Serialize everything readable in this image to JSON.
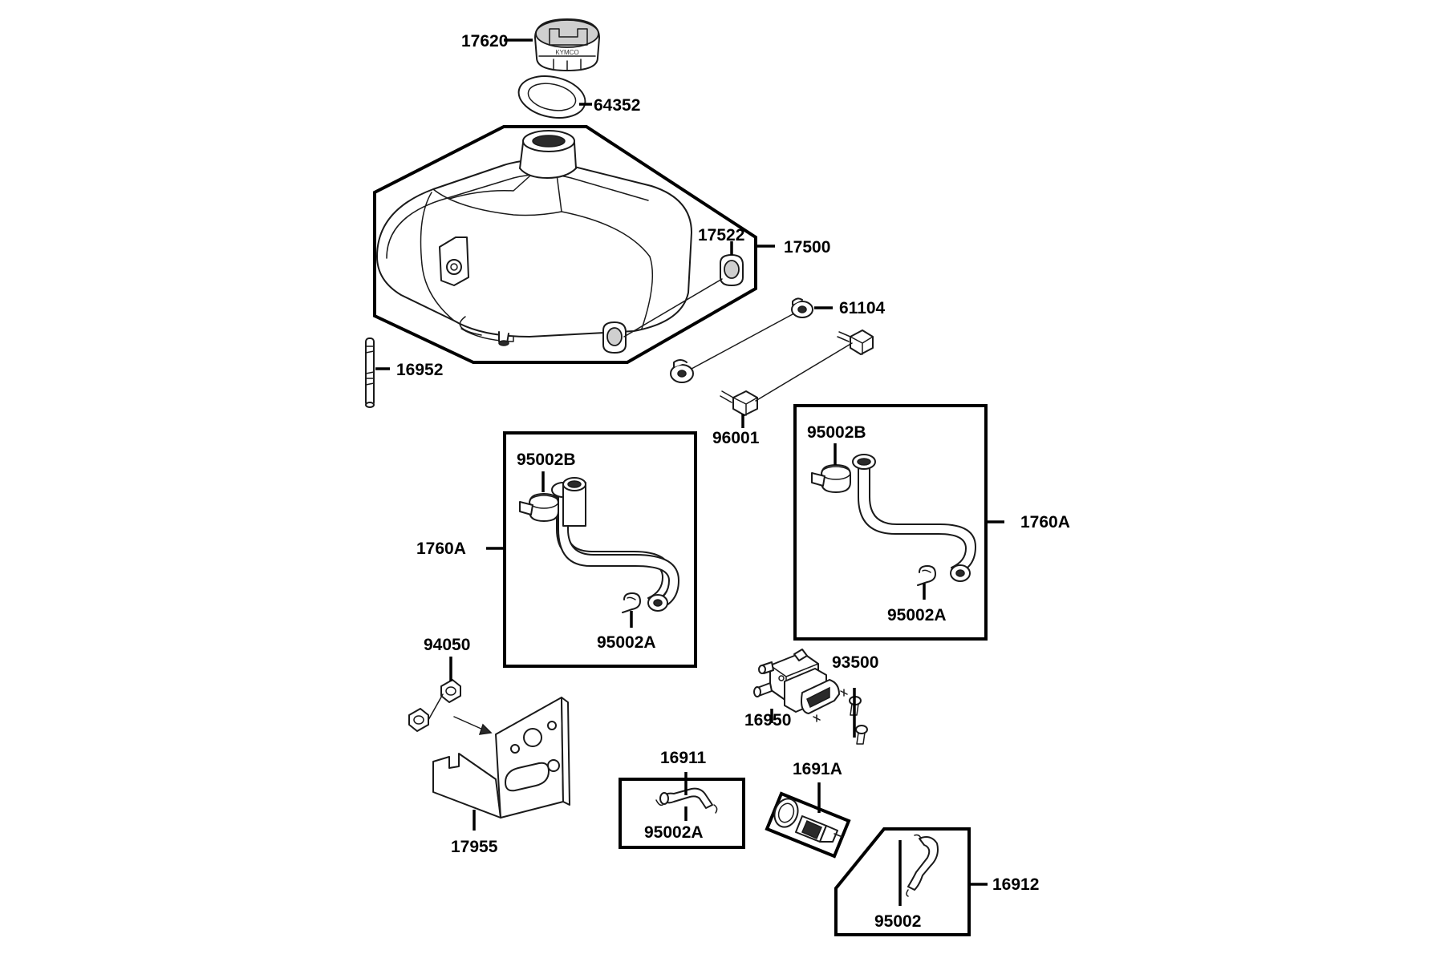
{
  "callouts": {
    "c17620": "17620",
    "c64352": "64352",
    "c17522": "17522",
    "c17500": "17500",
    "c61104": "61104",
    "c16952": "16952",
    "c96001": "96001",
    "c95002b_left": "95002B",
    "c1760a_left": "1760A",
    "c95002a_left": "95002A",
    "c95002b_right": "95002B",
    "c1760a_right": "1760A",
    "c95002a_right": "95002A",
    "c94050": "94050",
    "c93500": "93500",
    "c16950": "16950",
    "c16911": "16911",
    "c95002a_bottom": "95002A",
    "c1691a": "1691A",
    "c17955": "17955",
    "c16912": "16912",
    "c95002": "95002"
  },
  "cap_marking": "KYMCO"
}
